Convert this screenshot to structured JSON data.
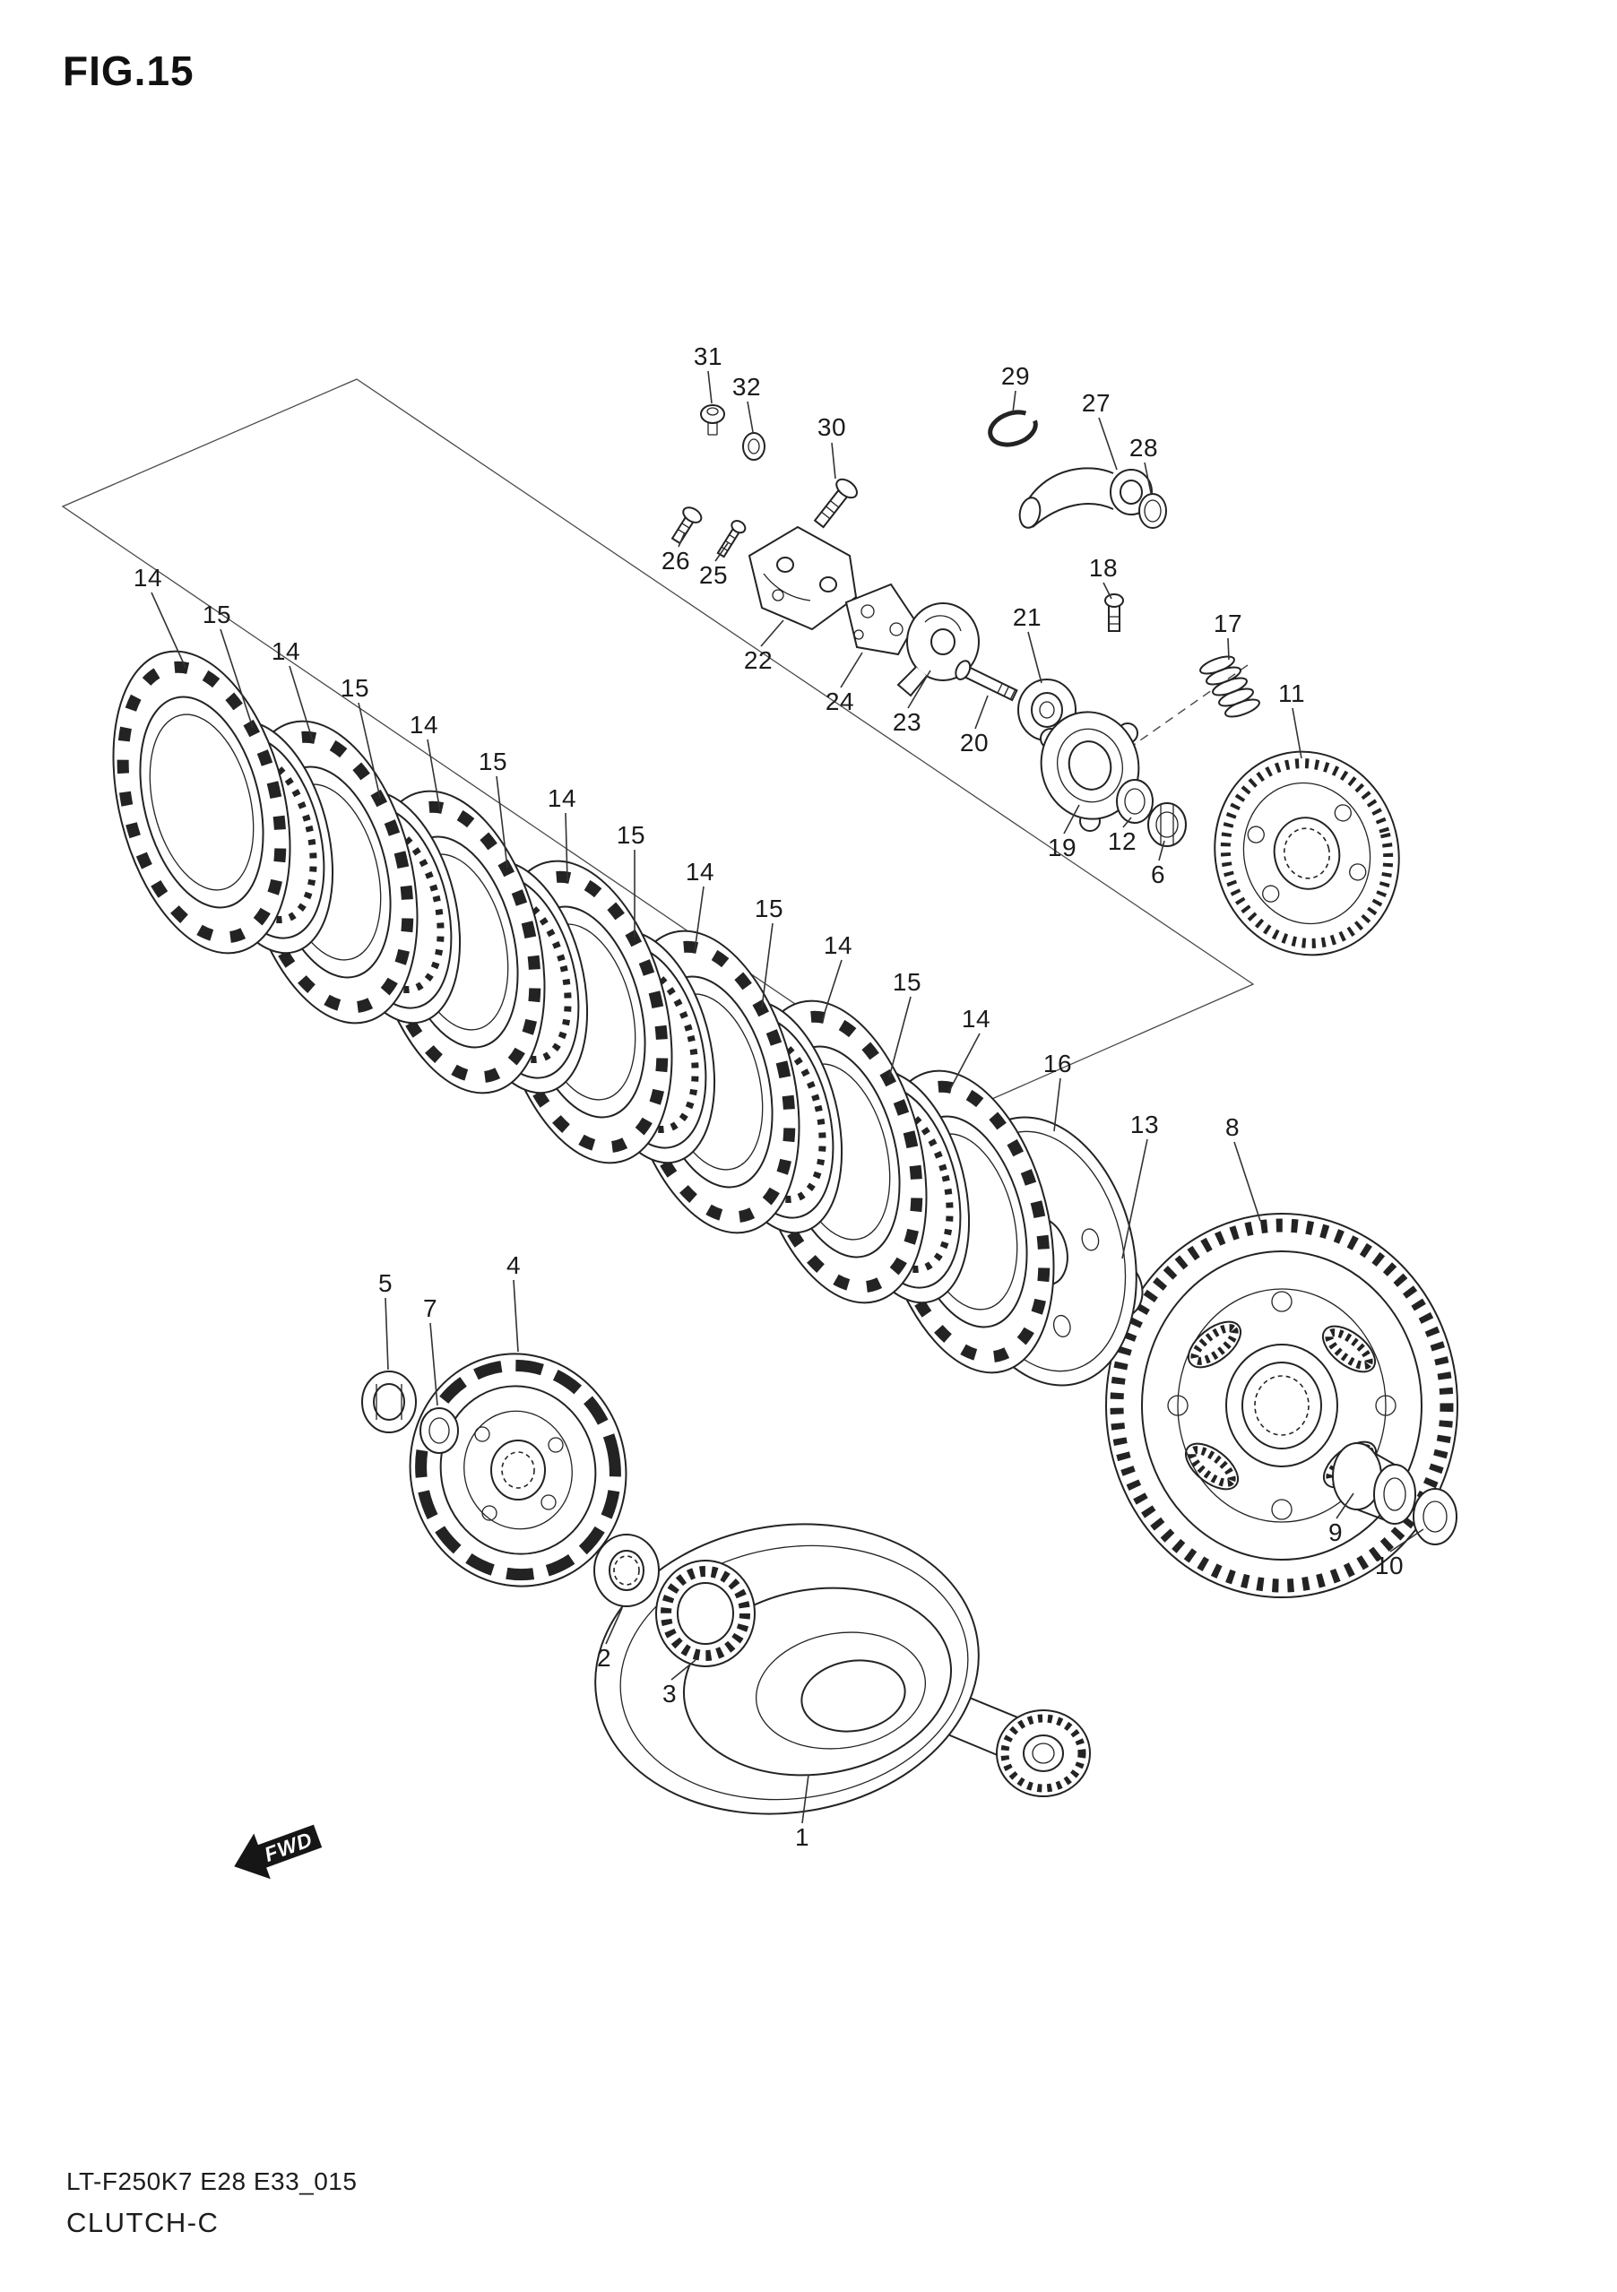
{
  "page": {
    "title": "FIG.15",
    "footer_code": "LT-F250K7 E28 E33_015",
    "footer_title": "CLUTCH-C",
    "fwd_label": "FWD",
    "ink_color": "#1c1c1c",
    "paper_color": "#ffffff"
  },
  "diagram": {
    "kind": "exploded-parts-view",
    "figure": "15",
    "subject": "Clutch assembly",
    "callouts": [
      "31",
      "32",
      "30",
      "29",
      "27",
      "28",
      "26",
      "25",
      "22",
      "24",
      "23",
      "20",
      "21",
      "18",
      "17",
      "11",
      "19",
      "12",
      "6",
      "14",
      "15",
      "14",
      "15",
      "14",
      "15",
      "14",
      "15",
      "14",
      "15",
      "14",
      "15",
      "14",
      "16",
      "13",
      "8",
      "5",
      "7",
      "4",
      "2",
      "3",
      "9",
      "10",
      "1"
    ]
  }
}
